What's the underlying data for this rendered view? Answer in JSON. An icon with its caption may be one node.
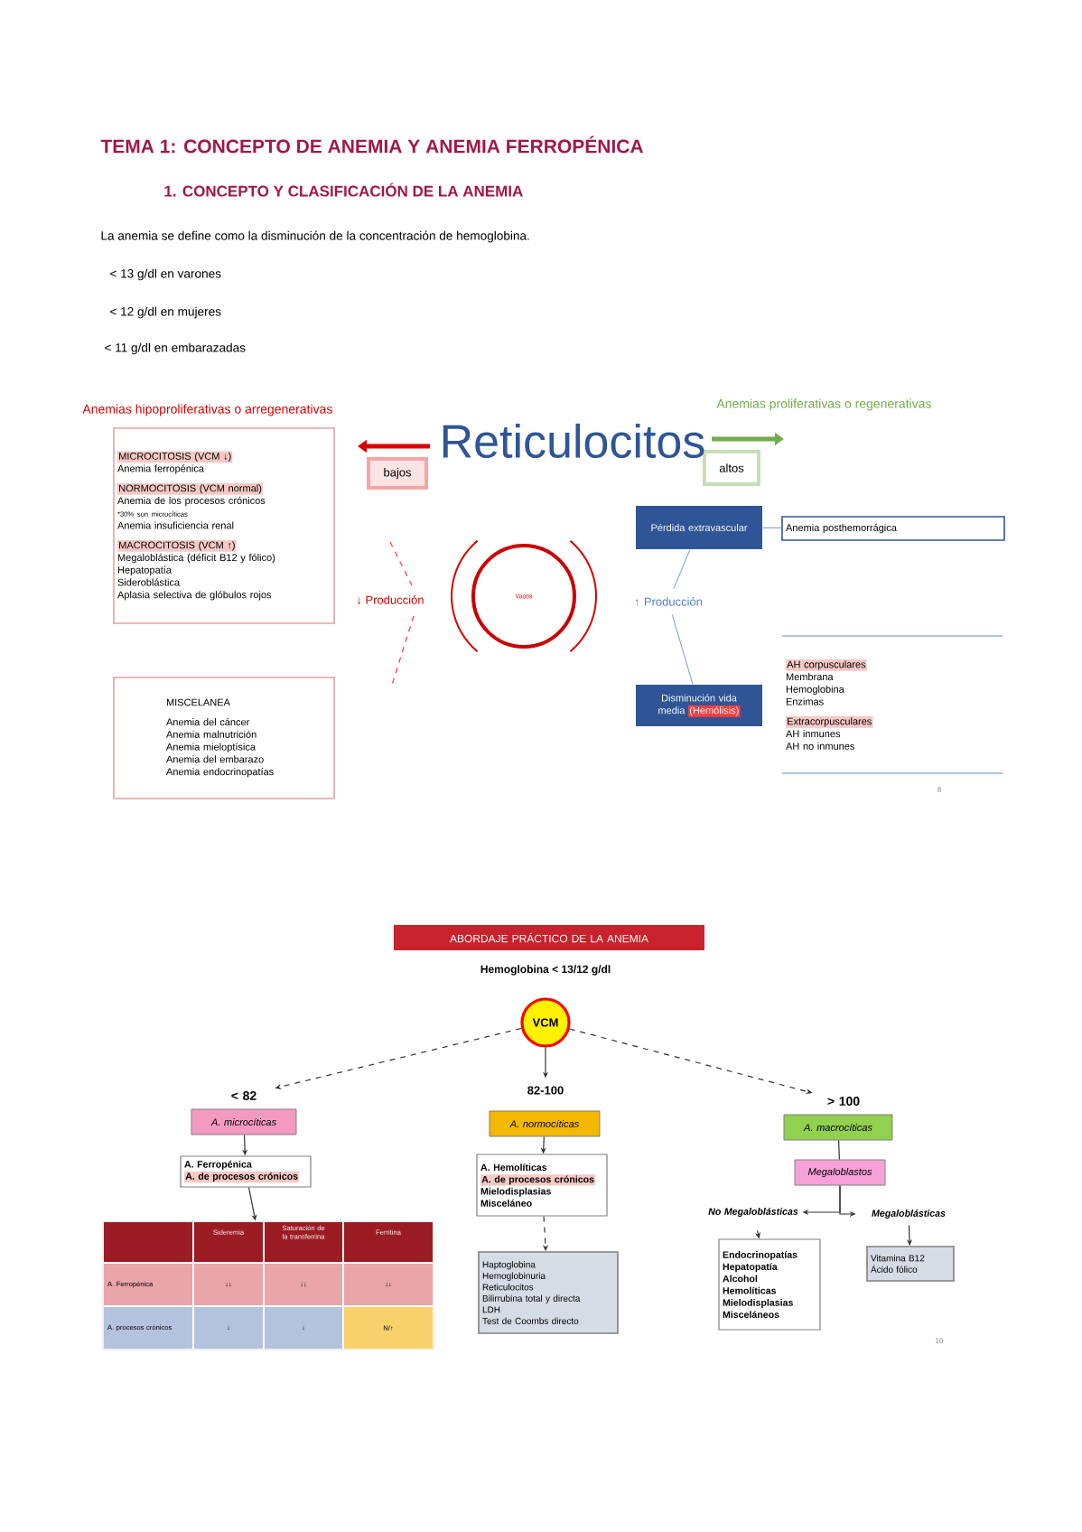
{
  "diagram": {
    "title": "TEMA 1: CONCEPTO DE ANEMIA Y ANEMIA FERROPÉNICA",
    "nodes": [
      {
        "text": [
          "MICROCITOSIS (VCM ↓)",
          "Anemia ferropénica",
          "NORMOCITOSIS (VCM normal)",
          "Anemia de los procesos crónicos",
          "*30% son microcíticas",
          "Anemia insuficiencia renal",
          "MACROCITOSIS (VCM ↑)",
          "Megaloblástica (déficit B12 y fólico)",
          "Hepatopatía",
          "Sideroblástica",
          "Aplasia selectiva de glóbulos rojos"
        ]
      },
      {
        "text": [
          "bajos"
        ]
      },
      {
        "text": [
          "altos"
        ]
      },
      {
        "text": [
          "MISCELANEA",
          "Anemia del cáncer",
          "Anemia malnutrición",
          "Anemia mieloptísica",
          "Anemia del embarazo",
          "Anemia endocrinopatías"
        ]
      },
      {
        "text": [
          "Vasos"
        ]
      },
      {
        "text": [
          "↑ Producción"
        ]
      },
      {
        "text": [
          "Pérdida extravascular"
        ]
      },
      {
        "text": [
          "Anemia posthemorrágica"
        ]
      },
      {
        "text": [
          "Disminución vida media",
          "(Hemólisis)"
        ]
      },
      {
        "text": [
          "AH corpusculares",
          "Membrana",
          "Hemoglobina",
          "Enzimas",
          "Extracorpusculares",
          "AH inmunes",
          "AH no inmunes"
        ]
      },
      {
        "text": [
          "ABORDAJE PRÁCTICO DE LA ANEMIA"
        ]
      },
      {
        "text": [
          "VCM"
        ]
      },
      {
        "text": [
          "< 82"
        ]
      },
      {
        "text": [
          "82-100"
        ]
      },
      {
        "text": [
          "> 100"
        ]
      },
      {
        "text": [
          "A. microcíticas"
        ]
      },
      {
        "text": [
          "A. Ferropénica",
          "A. de procesos crónicos"
        ]
      },
      {
        "text": [],
        "shape": "box"
      },
      {
        "text": [
          "A. normocíticas"
        ]
      },
      {
        "text": [
          "A. Hemolíticas",
          "A. de procesos crónicos",
          "Mielodisplasias",
          "Misceláneo"
        ]
      },
      {
        "text": [
          "Haptoglobina",
          "Hemoglobinuria",
          "Reticulocitos",
          "Bilirrubina total y directa",
          "LDH",
          "Test de Coombs directo"
        ]
      },
      {
        "text": [
          "A. macrocíticas"
        ]
      },
      {
        "text": [
          "Megaloblastos"
        ]
      },
      {
        "text": [
          "No Megaloblásticas"
        ]
      },
      {
        "text": [
          "Megaloblásticas"
        ]
      },
      {
        "text": [
          "Endocrinopatías",
          "Hepatopatía",
          "Alcohol",
          "Hemolíticas",
          "Mielodisplasias",
          "Misceláneos"
        ]
      },
      {
        "text": [
          "Vitamina B12",
          "Ácido fólico"
        ]
      }
    ],
    "edges": [
      {
        "from": 5,
        "to": 6,
        "arrow": "none",
        "color": "#8eaadb"
      },
      {
        "from": 5,
        "to": 8,
        "arrow": "none",
        "color": "#8eaadb"
      },
      {
        "from": 6,
        "to": 7,
        "arrow": "none",
        "color": "#8eaadb"
      },
      {
        "from": 11,
        "to": 12,
        "arrow": "to",
        "style": "dashed"
      },
      {
        "from": 11,
        "to": 13,
        "arrow": "to"
      },
      {
        "from": 11,
        "to": 14,
        "arrow": "to",
        "style": "dashed"
      },
      {
        "from": 15,
        "to": 16,
        "arrow": "to"
      },
      {
        "from": 16,
        "to": 17,
        "arrow": "to"
      },
      {
        "from": 18,
        "to": 19,
        "arrow": "to"
      },
      {
        "from": 19,
        "to": 20,
        "arrow": "to",
        "style": "dashed"
      },
      {
        "from": 21,
        "to": 22,
        "arrow": "none"
      },
      {
        "from": 22,
        "to": 23,
        "arrow": "to"
      },
      {
        "from": 22,
        "to": 24,
        "arrow": "to"
      },
      {
        "from": 23,
        "to": 25,
        "arrow": "to"
      },
      {
        "from": 24,
        "to": 26,
        "arrow": "to"
      }
    ],
    "labels": [
      "1. CONCEPTO Y CLASIFICACIÓN DE LA ANEMIA",
      "La anemia se define como la disminución de la concentración de hemoglobina.",
      "< 13 g/dl en varones",
      "< 12 g/dl en mujeres",
      "< 11 g/dl en embarazadas",
      "Anemias hipoproliferativas o arregenerativas",
      "Reticulocitos",
      "Anemias proliferativas o regenerativas",
      "↓ Producción",
      "8",
      "Hemoglobina < 13/12 g/dl",
      "Sideremia",
      "Saturación de la transferrina",
      "Ferritina",
      "A. Ferropénica",
      "↓↓",
      "↓↓",
      "↓↓",
      "A. procesos crónicos",
      "↓",
      "↓",
      "N/↑",
      "10"
    ]
  }
}
